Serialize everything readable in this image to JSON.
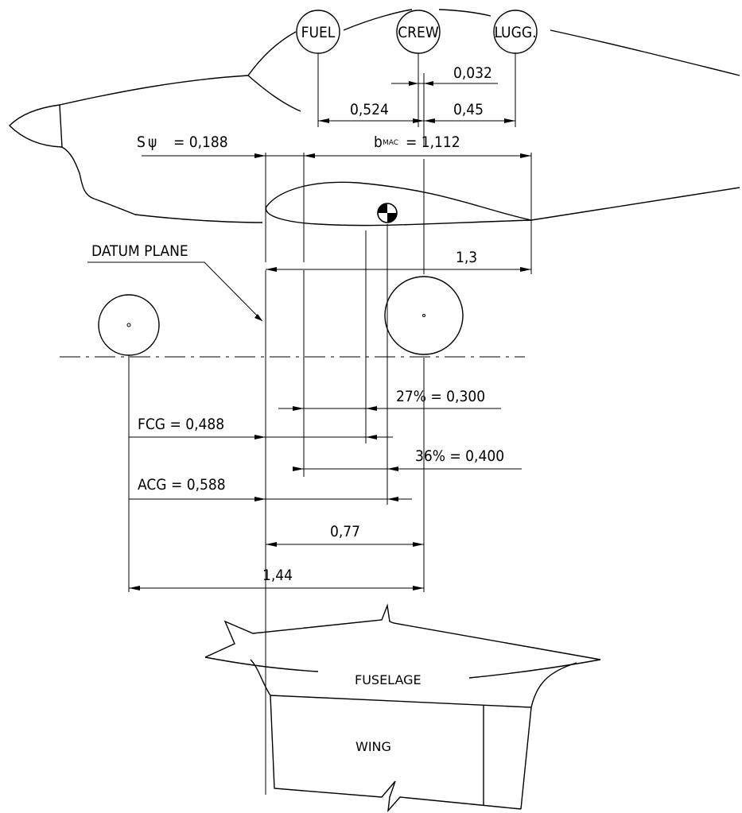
{
  "station_labels": {
    "fuel": "FUEL",
    "crew": "CREW",
    "luggage": "LUGG."
  },
  "dimensions": {
    "crew_offset": "0,032",
    "fuel_arm": "0,524",
    "luggage_arm": "0,45",
    "mac_lead_name": "S",
    "mac_lead_sym": "ψ",
    "mac_lead_value": "= 0,188",
    "mac_b": "b",
    "mac_sub": "MAC",
    "mac_value": "= 1,112",
    "root_chord": "1,3",
    "datum_plane": "DATUM PLANE",
    "fwd_pct": "27% = 0,300",
    "fcg": "FCG = 0,488",
    "aft_pct": "36% = 0,400",
    "acg": "ACG = 0,588",
    "main_gear": "0,77",
    "wheelbase": "1,44"
  },
  "planform": {
    "fuselage": "FUSELAGE",
    "wing": "WING"
  }
}
